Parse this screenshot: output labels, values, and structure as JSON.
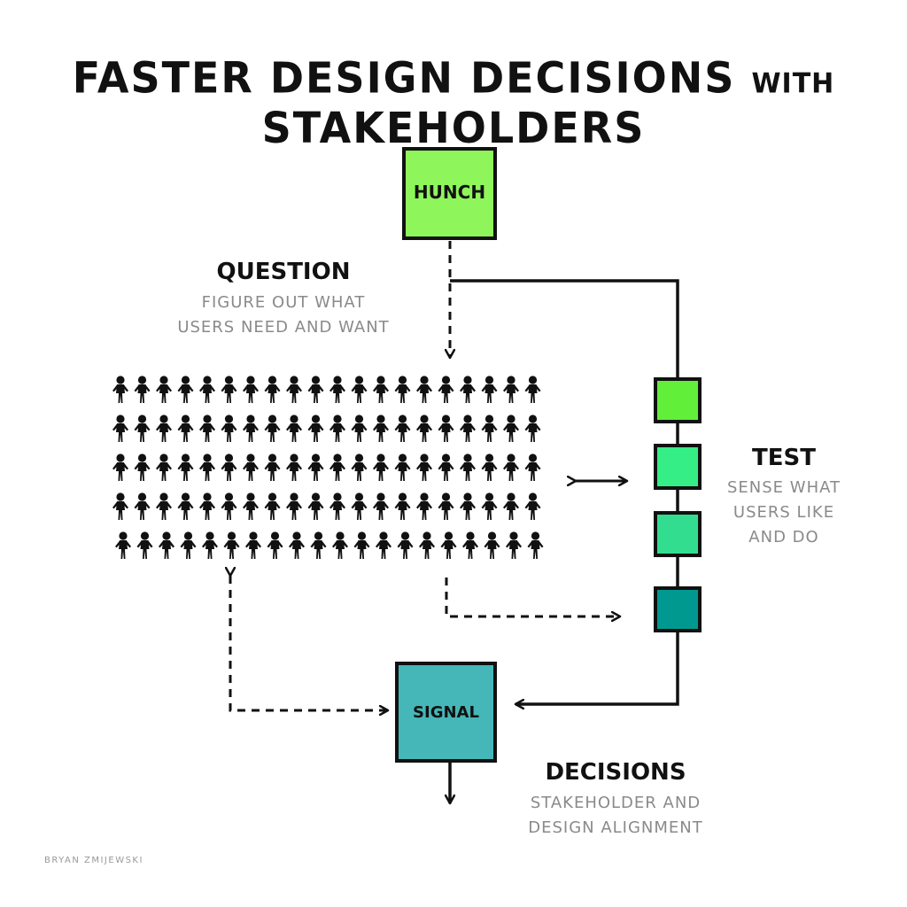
{
  "title": {
    "part1": "FASTER DESIGN DECISIONS",
    "part2": "WITH",
    "part3": "STAKEHOLDERS"
  },
  "nodes": {
    "hunch": {
      "label": "HUNCH",
      "color": "#8ef55a"
    },
    "signal": {
      "label": "SIGNAL",
      "color": "#45b7b8"
    }
  },
  "test_boxes": {
    "colors": [
      "#62ef3a",
      "#35ee86",
      "#33dd8f",
      "#009990"
    ]
  },
  "question": {
    "heading": "QUESTION",
    "line1": "FIGURE OUT WHAT",
    "line2": "USERS NEED AND WANT"
  },
  "test": {
    "heading": "TEST",
    "line1": "SENSE WHAT",
    "line2": "USERS LIKE",
    "line3": "AND DO"
  },
  "decisions": {
    "heading": "DECISIONS",
    "line1": "STAKEHOLDER AND",
    "line2": "DESIGN ALIGNMENT"
  },
  "crowd": {
    "rows": 5,
    "cols": 20
  },
  "credit": "BRYAN ZMIJEWSKI"
}
